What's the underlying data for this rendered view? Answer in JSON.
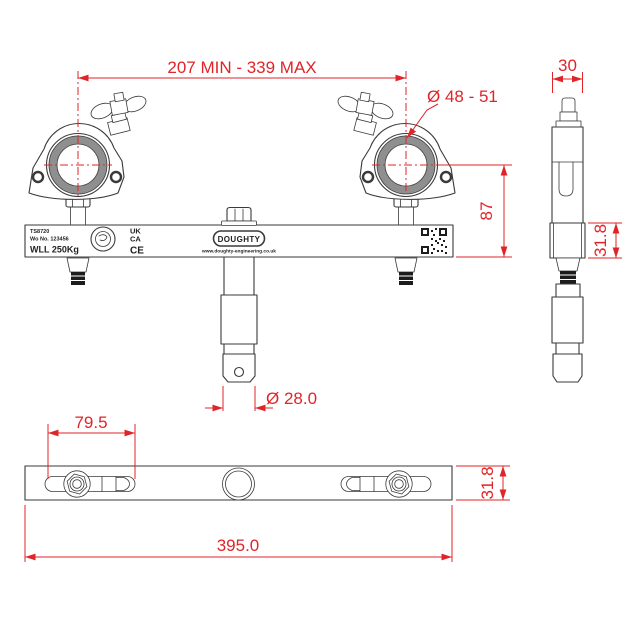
{
  "drawing": {
    "dimensions": {
      "span": "207 MIN - 339 MAX",
      "tube_diameter": "Ø 48 - 51",
      "side_width": "30",
      "drop": "87",
      "side_plate_thickness": "31.8",
      "spigot_diameter": "Ø 28.0",
      "slot_length": "79.5",
      "overall_length": "395.0",
      "plate_width": "31.8"
    },
    "label_plate": {
      "part_no": "TS8720",
      "works_no": "Wo No. 123456",
      "wll": "WLL 250Kg",
      "ukca_top": "UK",
      "ukca_bottom": "CA",
      "ce_mark": "CE",
      "brand": "DOUGHTY",
      "website": "www.doughty-engineering.co.uk"
    },
    "colors": {
      "dimension": "#e02428",
      "outline": "#3a3a3a",
      "tube_fill": "#8f8f8f"
    }
  }
}
